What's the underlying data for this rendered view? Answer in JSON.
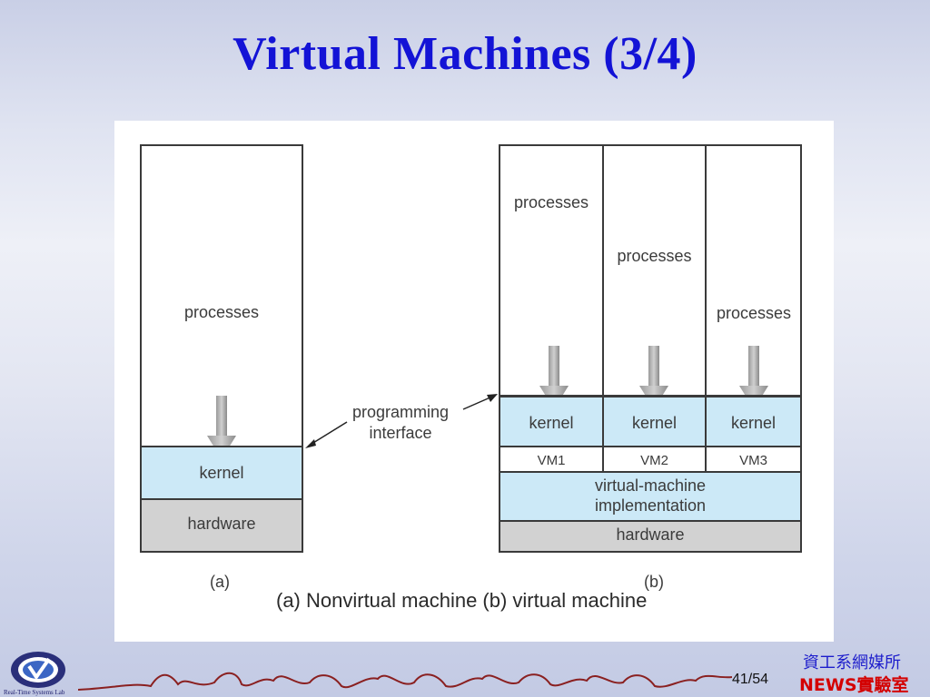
{
  "slide": {
    "title": "Virtual Machines (3/4)",
    "page_current": "41",
    "page_total": "/54",
    "org_line1": "資工系網媒所",
    "org_line2": "NEWS實驗室",
    "logo_text": "Real-Time Systems Lab"
  },
  "diagram": {
    "a": {
      "processes": "processes",
      "kernel": "kernel",
      "hardware": "hardware",
      "label": "(a)"
    },
    "b": {
      "vms": [
        {
          "processes": "processes",
          "kernel": "kernel",
          "vm": "VM1"
        },
        {
          "processes": "processes",
          "kernel": "kernel",
          "vm": "VM2"
        },
        {
          "processes": "processes",
          "kernel": "kernel",
          "vm": "VM3"
        }
      ],
      "vm_impl_line1": "virtual-machine",
      "vm_impl_line2": "implementation",
      "hardware": "hardware",
      "label": "(b)"
    },
    "programming_interface_line1": "programming",
    "programming_interface_line2": "interface",
    "caption": "(a) Nonvirtual machine (b) virtual machine"
  },
  "colors": {
    "title": "#1313d6",
    "kernel_fill": "#cce9f7",
    "hardware_fill": "#d2d2d2",
    "org_line1": "#1d1dcc",
    "org_line2": "#d40000"
  }
}
